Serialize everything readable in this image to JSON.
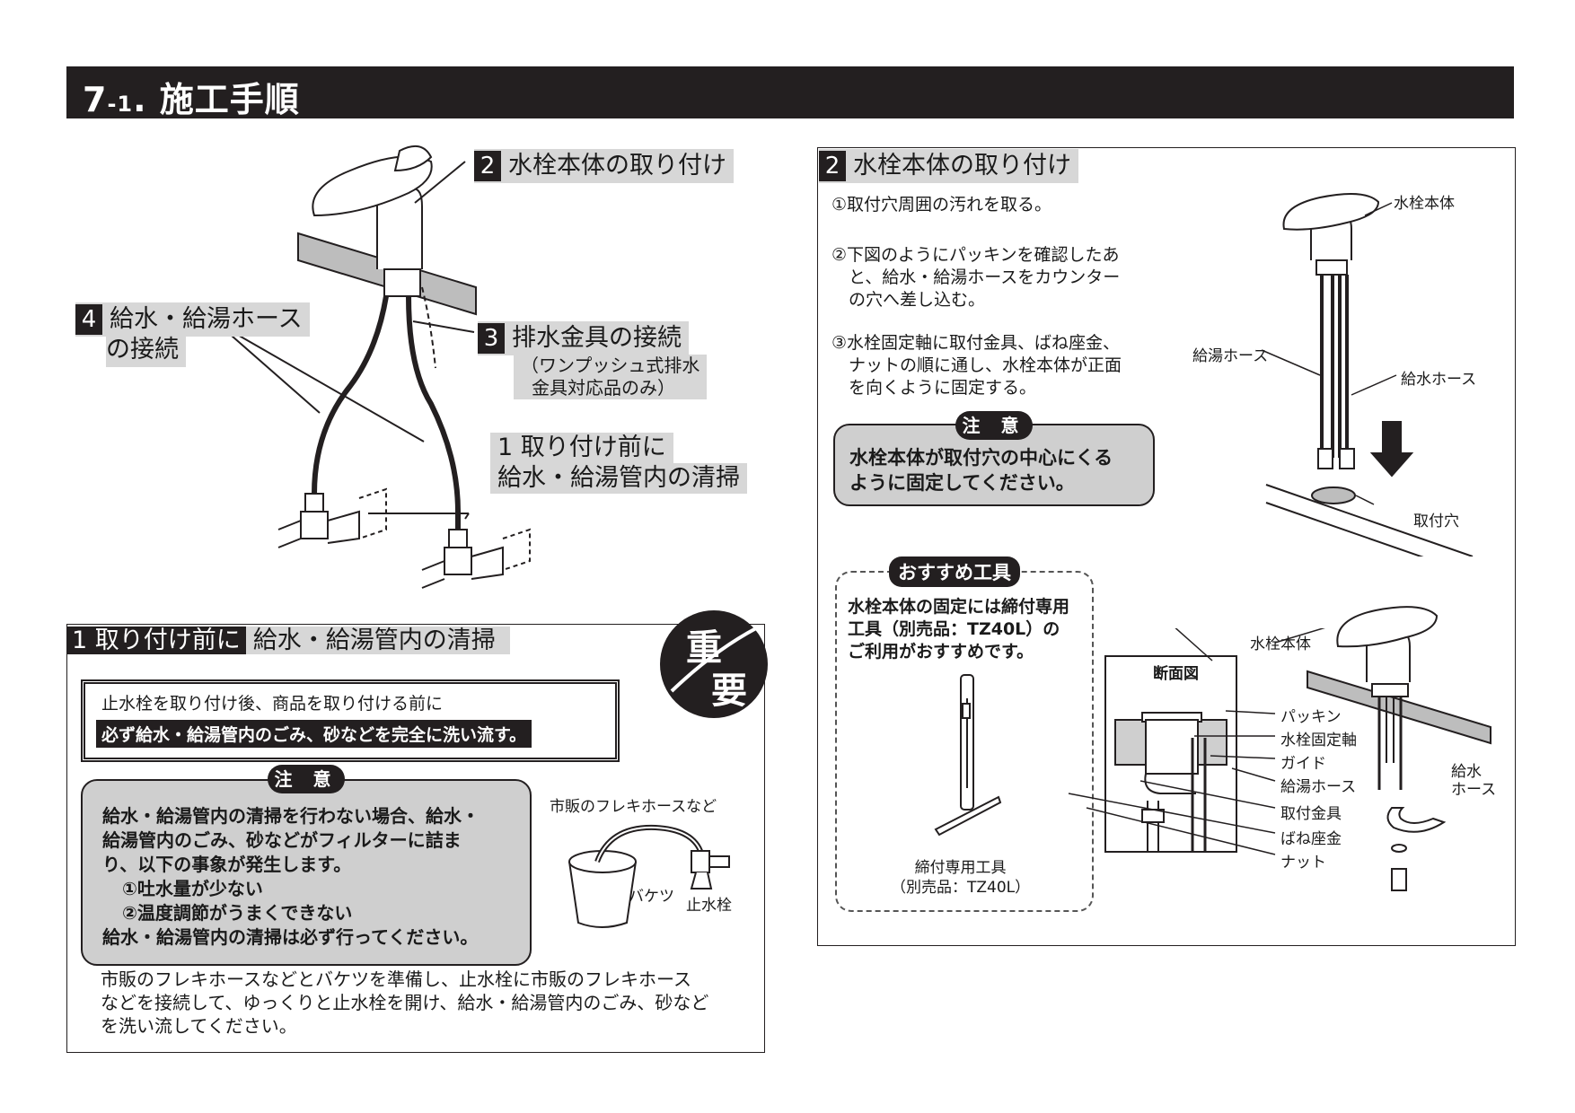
{
  "title": {
    "prefix": "7",
    "sub": "-1",
    "text": ". 施工手順"
  },
  "overview": {
    "step2": {
      "num": "2",
      "label": "水栓本体の取り付け"
    },
    "step4": {
      "num": "4",
      "line1": "給水・給湯ホース",
      "line2": "の接続"
    },
    "step3": {
      "num": "3",
      "label": "排水金具の接続",
      "note1": "（ワンプッシュ式排水",
      "note2": "金具対応品のみ）"
    },
    "step1": {
      "line1": "1 取り付け前に",
      "line2": "給水・給湯管内の清掃"
    }
  },
  "section1": {
    "heading_a": "1 取り付け前に",
    "heading_b": "給水・給湯管内の清掃",
    "badge_1": "重",
    "badge_2": "要",
    "box_line1": "止水栓を取り付け後、商品を取り付ける前に",
    "box_line2": "必ず給水・給湯管内のごみ、砂などを完全に洗い流す。",
    "caution_label": "注 意",
    "caution_lines": [
      "給水・給湯管内の清掃を行わない場合、給水・",
      "給湯管内のごみ、砂などがフィルターに詰ま",
      "り、以下の事象が発生します。",
      "①吐水量が少ない",
      "②温度調節がうまくできない",
      "給水・給湯管内の清掃は必ず行ってください。"
    ],
    "fig_hose": "市販のフレキホースなど",
    "fig_bucket": "バケツ",
    "fig_valve": "止水栓",
    "body_lines": [
      "市販のフレキホースなどとバケツを準備し、止水栓に市販のフレキホース",
      "などを接続して、ゆっくりと止水栓を開け、給水・給湯管内のごみ、砂など",
      "を洗い流してください。"
    ]
  },
  "section2": {
    "num": "2",
    "heading": "水栓本体の取り付け",
    "steps": [
      [
        "①取付穴周囲の汚れを取る。"
      ],
      [
        "②下図のようにパッキンを確認したあ",
        "　と、給水・給湯ホースをカウンター",
        "　の穴へ差し込む。"
      ],
      [
        "③水栓固定軸に取付金具、ばね座金、",
        "　ナットの順に通し、水栓本体が正面",
        "　を向くように固定する。"
      ]
    ],
    "caution_label": "注 意",
    "caution_lines": [
      "水栓本体が取付穴の中心にくる",
      "ように固定してください。"
    ],
    "fig_top": {
      "body": "水栓本体",
      "hot": "給湯ホース",
      "cold": "給水ホース",
      "hole": "取付穴"
    },
    "tool_label": "おすすめ工具",
    "tool_lines": [
      "水栓本体の固定には締付専用",
      "工具（別売品：TZ40L）の",
      "ご利用がおすすめです。"
    ],
    "tool_caption": [
      "締付専用工具",
      "（別売品：TZ40L）"
    ],
    "section_view": "断面図",
    "parts": {
      "body": "水栓本体",
      "packing": "パッキン",
      "shaft": "水栓固定軸",
      "guide": "ガイド",
      "hot": "給湯ホース",
      "cold1": "給水",
      "cold2": "ホース",
      "bracket": "取付金具",
      "washer": "ばね座金",
      "nut": "ナット"
    }
  },
  "colors": {
    "dark": "#231f20",
    "heading_bg": "#d7d7d7",
    "caution_bg": "#cfcfcf"
  }
}
